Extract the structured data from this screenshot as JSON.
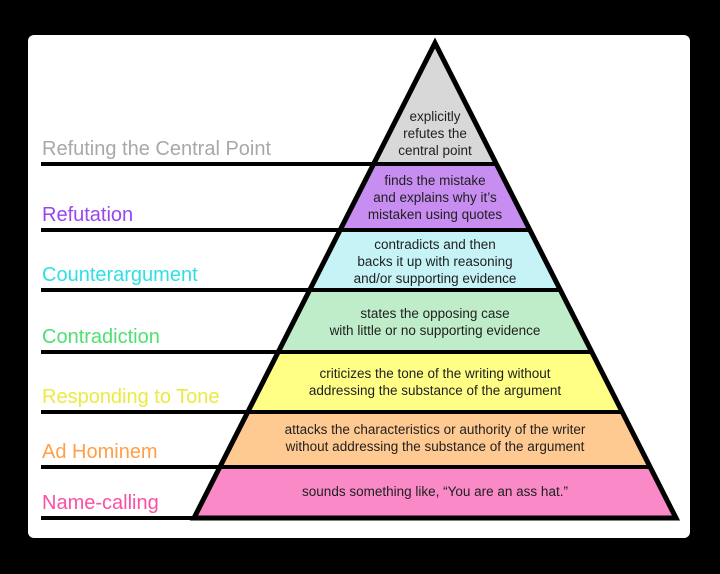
{
  "diagram": {
    "background_color": "#000000",
    "panel_background": "#ffffff",
    "outline_color": "#000000",
    "description_text_color": "#1f1f1f",
    "tiers": [
      {
        "label": "Refuting the Central Point",
        "label_color": "#a8a8a8",
        "fill": "#d8d8d8",
        "desc_lines": [
          "explicitly",
          "refutes the",
          "central point"
        ]
      },
      {
        "label": "Refutation",
        "label_color": "#9a45ec",
        "fill": "#c78df1",
        "desc_lines": [
          "finds the mistake",
          "and explains why it’s",
          "mistaken using quotes"
        ]
      },
      {
        "label": "Counterargument",
        "label_color": "#2fdfe4",
        "fill": "#c6f3f6",
        "desc_lines": [
          "contradicts and then",
          "backs it up with reasoning",
          "and/or supporting evidence"
        ]
      },
      {
        "label": "Contradiction",
        "label_color": "#4fe073",
        "fill": "#bfedc9",
        "desc_lines": [
          "states the opposing case",
          "with little or no supporting evidence"
        ]
      },
      {
        "label": "Responding to Tone",
        "label_color": "#ecea41",
        "fill": "#ffff85",
        "desc_lines": [
          "criticizes the tone of the writing without",
          "addressing the substance of the argument"
        ]
      },
      {
        "label": "Ad Hominem",
        "label_color": "#ff9f4a",
        "fill": "#ffc992",
        "desc_lines": [
          "attacks the characteristics or authority of the writer",
          "without addressing the substance of the argument"
        ]
      },
      {
        "label": "Name-calling",
        "label_color": "#fb4fa5",
        "fill": "#fa89c7",
        "desc_lines": [
          "sounds something like, “You are an ass hat.”"
        ]
      }
    ]
  }
}
